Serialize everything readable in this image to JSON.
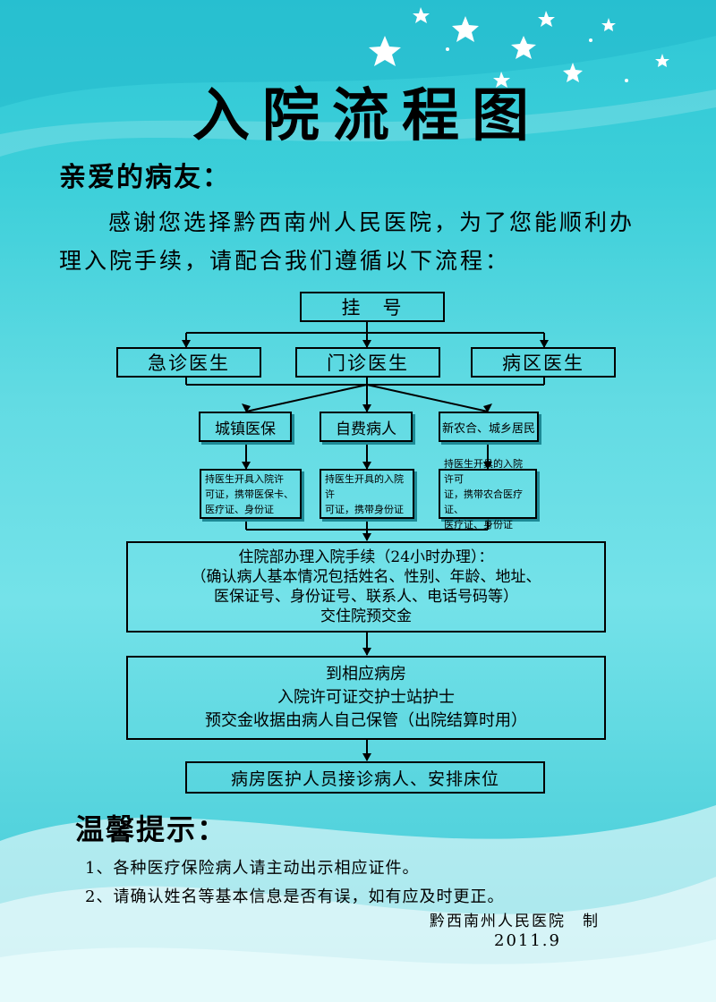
{
  "title": "入院流程图",
  "greeting": "亲爱的病友：",
  "intro": {
    "line1": "感谢您选择黔西南州人民医院，为了您能顺利办",
    "line2": "理入院手续，请配合我们遵循以下流程："
  },
  "flow": {
    "register": "挂　号",
    "doctors": [
      "急诊医生",
      "门诊医生",
      "病区医生"
    ],
    "insurance": [
      "城镇医保",
      "自费病人",
      "新农合、城乡居民"
    ],
    "docs": [
      [
        "持医生开具入院许",
        "可证，携带医保卡、",
        "医疗证、身份证"
      ],
      [
        "持医生开具的入院许",
        "可证，携带身份证"
      ],
      [
        "持医生开具的入院许可",
        "证，携带农合医疗证、",
        "医疗证、身份证"
      ]
    ],
    "admission": [
      "住院部办理入院手续（24小时办理）：",
      "（确认病人基本情况包括姓名、性别、年龄、地址、",
      "医保证号、身份证号、联系人、电话号码等）",
      "交住院预交金"
    ],
    "ward": [
      "到相应病房",
      "入院许可证交护士站护士",
      "预交金收据由病人自己保管（出院结算时用）"
    ],
    "final": "病房医护人员接诊病人、安排床位"
  },
  "tips": {
    "title": "温馨提示：",
    "items": [
      "1、各种医疗保险病人请主动出示相应证件。",
      "2、请确认姓名等基本信息是否有误，如有应及时更正。"
    ]
  },
  "signature": "黔西南州人民医院　制",
  "date": "2011.9"
}
